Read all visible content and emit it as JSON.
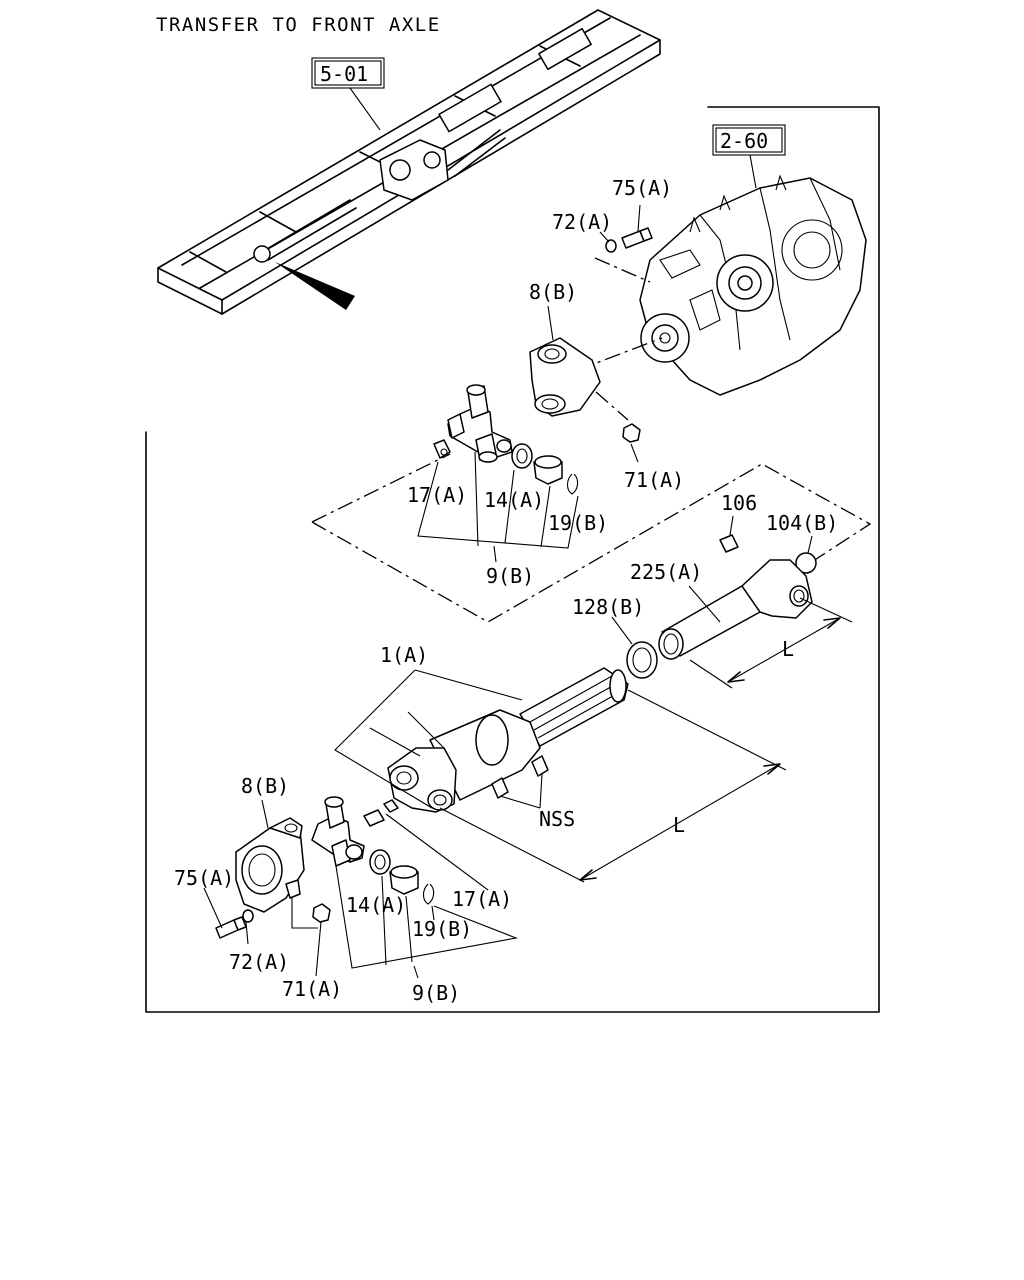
{
  "title": "TRANSFER TO FRONT AXLE",
  "references": {
    "frame": "5-01",
    "transfer_case": "2-60"
  },
  "labels": {
    "bolt_top": "75(A)",
    "washer_top": "72(A)",
    "flange_yoke_top": "8(B)",
    "nut_top": "71(A)",
    "grease_nipple_top": "17(A)",
    "bearing_top": "14(A)",
    "snap_ring_top": "19(B)",
    "joint_kit_top": "9(B)",
    "plug_bolt": "106",
    "plug_cap": "104(B)",
    "sleeve_yoke": "225(A)",
    "seal": "128(B)",
    "shaft": "1(A)",
    "not_serviced": "NSS",
    "length_rear": "L",
    "length_front": "L",
    "flange_yoke_bottom": "8(B)",
    "bolt_bottom": "75(A)",
    "washer_bottom": "72(A)",
    "nut_bottom": "71(A)",
    "bearing_bottom": "14(A)",
    "grease_nipple_bottom": "17(A)",
    "snap_ring_bottom": "19(B)",
    "joint_kit_bottom": "9(B)"
  }
}
